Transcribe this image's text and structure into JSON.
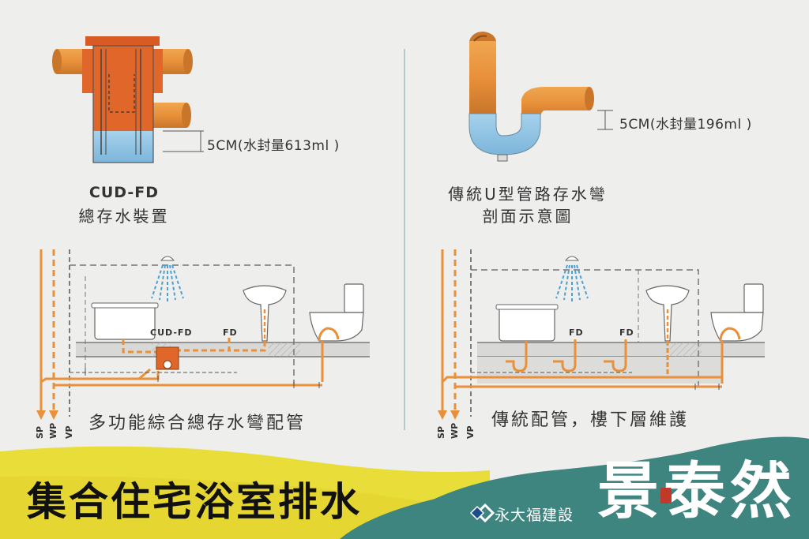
{
  "colors": {
    "pipe_orange": "#e8903a",
    "body_orange": "#e0662a",
    "water_blue": "#8ec3e3",
    "spray_blue": "#4a9fd3",
    "band_yellow": "#e9dd3a",
    "band_teal": "#3e8580",
    "background": "#eeeeec"
  },
  "top_left": {
    "measure_label": "5CM(水封量613ml )",
    "title": "CUD-FD",
    "subtitle": "總存水裝置"
  },
  "top_right": {
    "measure_label": "5CM(水封量196ml )",
    "title_line1": "傳統U型管路存水彎",
    "title_line2": "剖面示意圖"
  },
  "bottom_left": {
    "caption": "多功能綜合總存水彎配管",
    "tag_cud": "CUD-FD",
    "tag_fd": "FD",
    "riser_labels": [
      "SP",
      "WP",
      "VP"
    ]
  },
  "bottom_right": {
    "caption": "傳統配管，樓下層維護",
    "tag_fd_1": "FD",
    "tag_fd_2": "FD",
    "riser_labels": [
      "SP",
      "WP",
      "VP"
    ]
  },
  "banner": {
    "title": "集合住宅浴室排水",
    "company": "永大福建設",
    "brand": "景泰然"
  },
  "icons": {
    "company_logo": "diamond-logo-icon",
    "brand_seal": "red-seal-icon"
  }
}
